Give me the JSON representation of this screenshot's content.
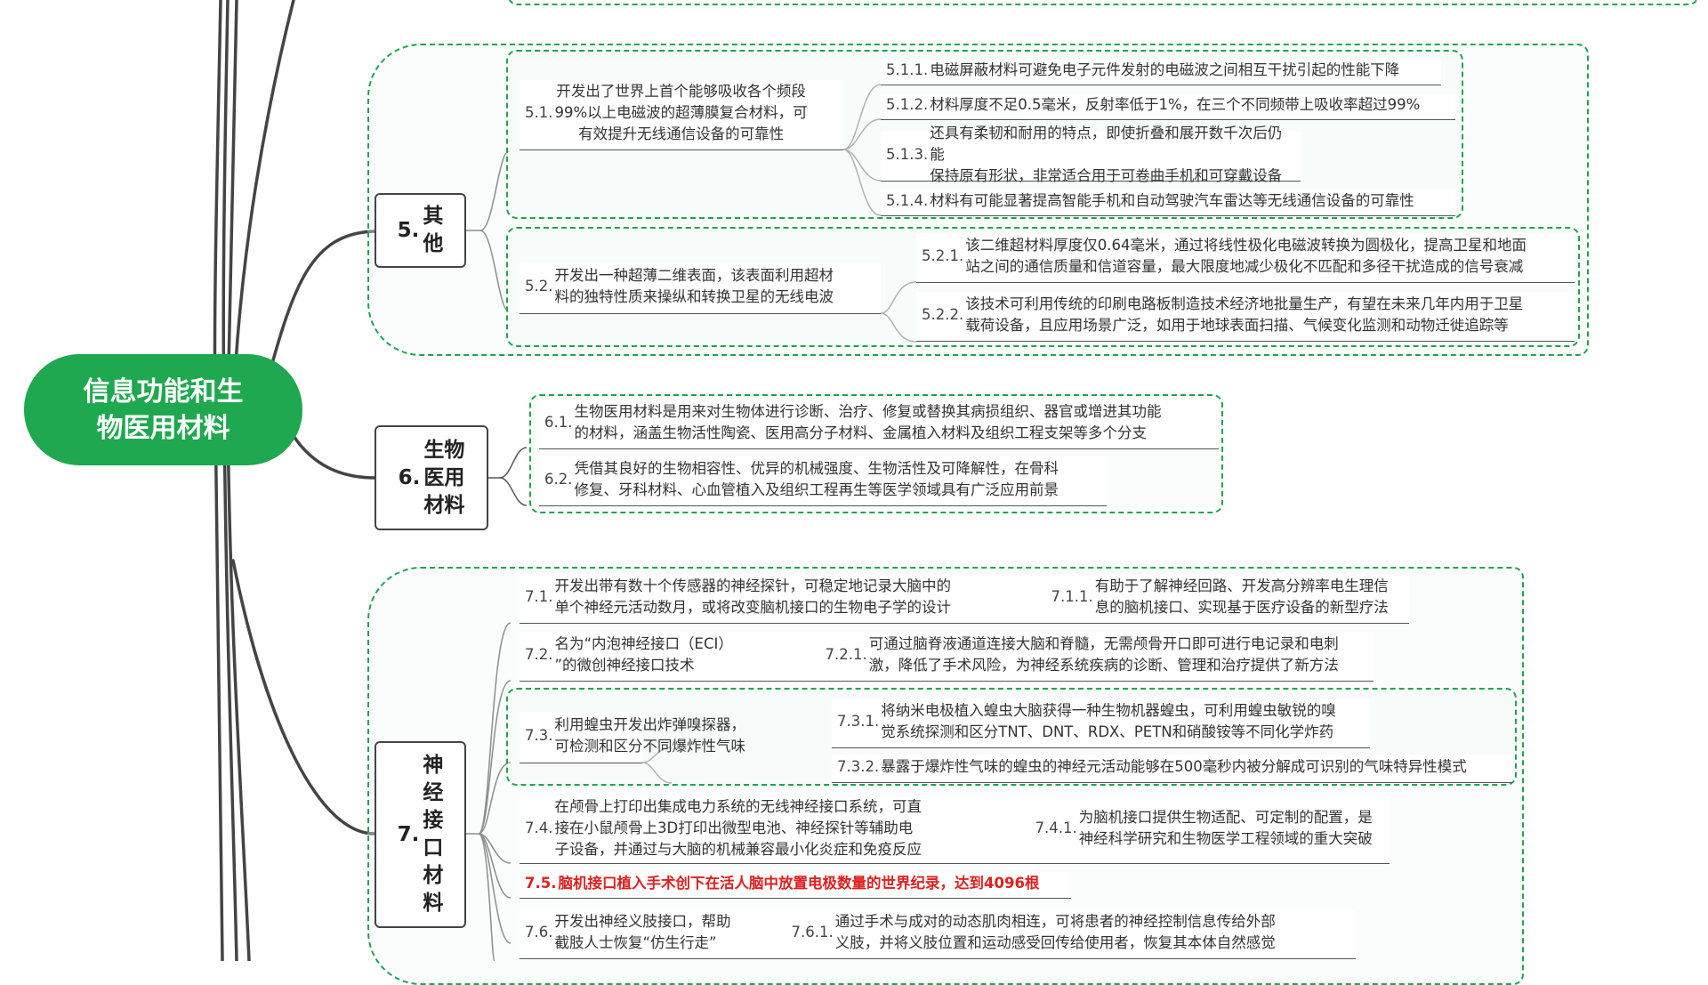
{
  "root": {
    "label": "信息功能和生物医用材料",
    "color": "#1fa84f"
  },
  "colors": {
    "boundary": "#1fa352",
    "line": "#444444",
    "highlight": "#e02020"
  },
  "branches": [
    {
      "number": "5.",
      "label": "其他",
      "topics": [
        {
          "number": "5.1.",
          "text": "开发出了世界上首个能够吸收各个频段99%以上电磁波的超薄膜复合材料，可有效提升无线通信设备的可靠性",
          "children": [
            {
              "number": "5.1.1.",
              "text": "电磁屏蔽材料可避免电子元件发射的电磁波之间相互干扰引起的性能下降"
            },
            {
              "number": "5.1.2.",
              "text": "材料厚度不足0.5毫米，反射率低于1%，在三个不同频带上吸收率超过99%"
            },
            {
              "number": "5.1.3.",
              "text": "还具有柔韧和耐用的特点，即使折叠和展开数千次后仍能保持原有形状，非常适合用于可卷曲手机和可穿戴设备"
            },
            {
              "number": "5.1.4.",
              "text": "材料有可能显著提高智能手机和自动驾驶汽车雷达等无线通信设备的可靠性"
            }
          ]
        },
        {
          "number": "5.2.",
          "text": "开发出一种超薄二维表面，该表面利用超材料的独特性质来操纵和转换卫星的无线电波",
          "children": [
            {
              "number": "5.2.1.",
              "text": "该二维超材料厚度仅0.64毫米，通过将线性极化电磁波转换为圆极化，提高卫星和地面站之间的通信质量和信道容量，最大限度地减少极化不匹配和多径干扰造成的信号衰减"
            },
            {
              "number": "5.2.2.",
              "text": "该技术可利用传统的印刷电路板制造技术经济地批量生产，有望在未来几年内用于卫星载荷设备，且应用场景广泛，如用于地球表面扫描、气候变化监测和动物迁徙追踪等"
            }
          ]
        }
      ]
    },
    {
      "number": "6.",
      "label": "生物医用材料",
      "topics": [
        {
          "number": "6.1.",
          "text": "生物医用材料是用来对生物体进行诊断、治疗、修复或替换其病损组织、器官或增进其功能的材料，涵盖生物活性陶瓷、医用高分子材料、金属植入材料及组织工程支架等多个分支"
        },
        {
          "number": "6.2.",
          "text": "凭借其良好的生物相容性、优异的机械强度、生物活性及可降解性，在骨科修复、牙科材料、心血管植入及组织工程再生等医学领域具有广泛应用前景"
        }
      ]
    },
    {
      "number": "7.",
      "label": "神经接口材料",
      "topics": [
        {
          "number": "7.1.",
          "text": "开发出带有数十个传感器的神经探针，可稳定地记录大脑中的单个神经元活动数月，或将改变脑机接口的生物电子学的设计",
          "children": [
            {
              "number": "7.1.1.",
              "text": "有助于了解神经回路、开发高分辨率电生理信息的脑机接口、实现基于医疗设备的新型疗法"
            }
          ]
        },
        {
          "number": "7.2.",
          "text": "名为“内泡神经接口（ECI）”的微创神经接口技术",
          "children": [
            {
              "number": "7.2.1.",
              "text": "可通过脑脊液通道连接大脑和脊髓，无需颅骨开口即可进行电记录和电刺激，降低了手术风险，为神经系统疾病的诊断、管理和治疗提供了新方法"
            }
          ]
        },
        {
          "number": "7.3.",
          "text": "利用蝗虫开发出炸弹嗅探器，可检测和区分不同爆炸性气味",
          "children": [
            {
              "number": "7.3.1.",
              "text": "将纳米电极植入蝗虫大脑获得一种生物机器蝗虫，可利用蝗虫敏锐的嗅觉系统探测和区分TNT、DNT、RDX、PETN和硝酸铵等不同化学炸药"
            },
            {
              "number": "7.3.2.",
              "text": "暴露于爆炸性气味的蝗虫的神经元活动能够在500毫秒内被分解成可识别的气味特异性模式"
            }
          ]
        },
        {
          "number": "7.4.",
          "text": "在颅骨上打印出集成电力系统的无线神经接口系统，可直接在小鼠颅骨上3D打印出微型电池、神经探针等辅助电子设备，并通过与大脑的机械兼容最小化炎症和免疫反应",
          "children": [
            {
              "number": "7.4.1.",
              "text": "为脑机接口提供生物适配、可定制的配置，是神经科学研究和生物医学工程领域的重大突破"
            }
          ]
        },
        {
          "number": "7.5.",
          "text": "脑机接口植入手术创下在活人脑中放置电极数量的世界纪录，达到4096根",
          "highlight": true
        },
        {
          "number": "7.6.",
          "text": "开发出神经义肢接口，帮助截肢人士恢复“仿生行走”",
          "children": [
            {
              "number": "7.6.1.",
              "text": "通过手术与成对的动态肌肉相连，可将患者的神经控制信息传给外部义肢，并将义肢位置和运动感受回传给使用者，恢复其本体自然感觉"
            }
          ]
        }
      ]
    }
  ],
  "display_lines": {
    "root": "信息功能和生\n物医用材料",
    "b5_label": [
      "其",
      "他"
    ],
    "b6_label": [
      "生物",
      "医用",
      "材料"
    ],
    "b7_label": [
      "神",
      "经",
      "接",
      "口",
      "材",
      "料"
    ],
    "t5_1": "开发出了世界上首个能够吸收各个频段\n99%以上电磁波的超薄膜复合材料，可\n有效提升无线通信设备的可靠性",
    "t5_1_3": "还具有柔韧和耐用的特点，即使折叠和展开数千次后仍能\n保持原有形状，非常适合用于可卷曲手机和可穿戴设备",
    "t5_2": "开发出一种超薄二维表面，该表面利用超材\n料的独特性质来操纵和转换卫星的无线电波",
    "t5_2_1": "该二维超材料厚度仅0.64毫米，通过将线性极化电磁波转换为圆极化，提高卫星和地面\n站之间的通信质量和信道容量，最大限度地减少极化不匹配和多径干扰造成的信号衰减",
    "t5_2_2": "该技术可利用传统的印刷电路板制造技术经济地批量生产，有望在未来几年内用于卫星\n载荷设备，且应用场景广泛，如用于地球表面扫描、气候变化监测和动物迁徙追踪等",
    "t6_1": "生物医用材料是用来对生物体进行诊断、治疗、修复或替换其病损组织、器官或增进其功能\n的材料，涵盖生物活性陶瓷、医用高分子材料、金属植入材料及组织工程支架等多个分支",
    "t6_2": "凭借其良好的生物相容性、优异的机械强度、生物活性及可降解性，在骨科\n修复、牙科材料、心血管植入及组织工程再生等医学领域具有广泛应用前景",
    "t7_1": "开发出带有数十个传感器的神经探针，可稳定地记录大脑中的\n单个神经元活动数月，或将改变脑机接口的生物电子学的设计",
    "t7_1_1": "有助于了解神经回路、开发高分辨率电生理信\n息的脑机接口、实现基于医疗设备的新型疗法",
    "t7_2": "名为“内泡神经接口（ECI）\n”的微创神经接口技术",
    "t7_2_1": "可通过脑脊液通道连接大脑和脊髓，无需颅骨开口即可进行电记录和电刺\n激，降低了手术风险，为神经系统疾病的诊断、管理和治疗提供了新方法",
    "t7_3": "利用蝗虫开发出炸弹嗅探器，\n可检测和区分不同爆炸性气味",
    "t7_3_1": "将纳米电极植入蝗虫大脑获得一种生物机器蝗虫，可利用蝗虫敏锐的嗅\n觉系统探测和区分TNT、DNT、RDX、PETN和硝酸铵等不同化学炸药",
    "t7_4": "在颅骨上打印出集成电力系统的无线神经接口系统，可直\n接在小鼠颅骨上3D打印出微型电池、神经探针等辅助电\n子设备，并通过与大脑的机械兼容最小化炎症和免疫反应",
    "t7_4_1": "为脑机接口提供生物适配、可定制的配置，是\n神经科学研究和生物医学工程领域的重大突破",
    "t7_6": "开发出神经义肢接口，帮助\n截肢人士恢复“仿生行走”",
    "t7_6_1": "通过手术与成对的动态肌肉相连，可将患者的神经控制信息传给外部\n义肢，并将义肢位置和运动感受回传给使用者，恢复其本体自然感觉"
  }
}
